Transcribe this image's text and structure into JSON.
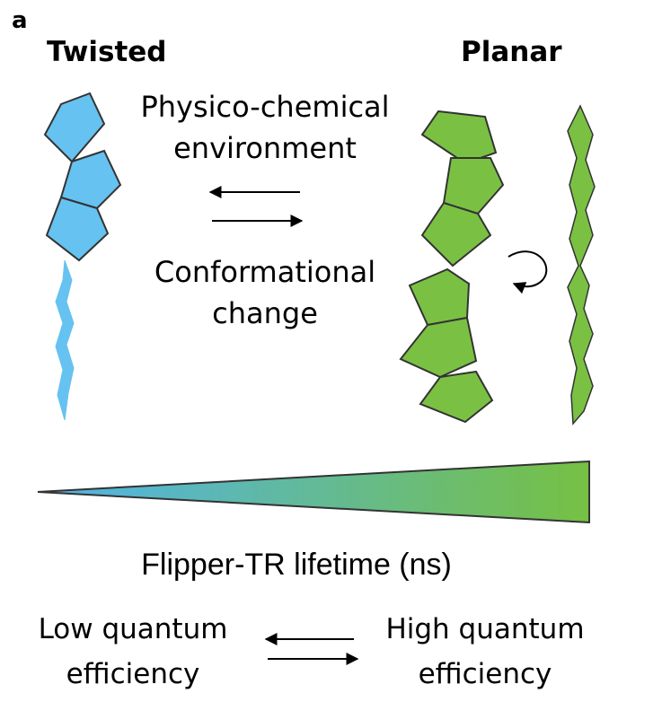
{
  "panel_label": "a",
  "twisted_label": "Twisted",
  "planar_label": "Planar",
  "environment_text": [
    "Physico-chemical",
    "environment"
  ],
  "conformation_text": [
    "Conformational",
    "change"
  ],
  "lifetime_label": "Flipper-TR lifetime (ns)",
  "low_qe_text": [
    "Low quantum",
    "efficiency"
  ],
  "high_qe_text": [
    "High quantum",
    "efficiency"
  ],
  "colors": {
    "twisted": "#66c2f0",
    "planar": "#7ac143",
    "outline": "#333333",
    "gradient_start": "#4fb3ec",
    "gradient_end": "#76c043"
  }
}
